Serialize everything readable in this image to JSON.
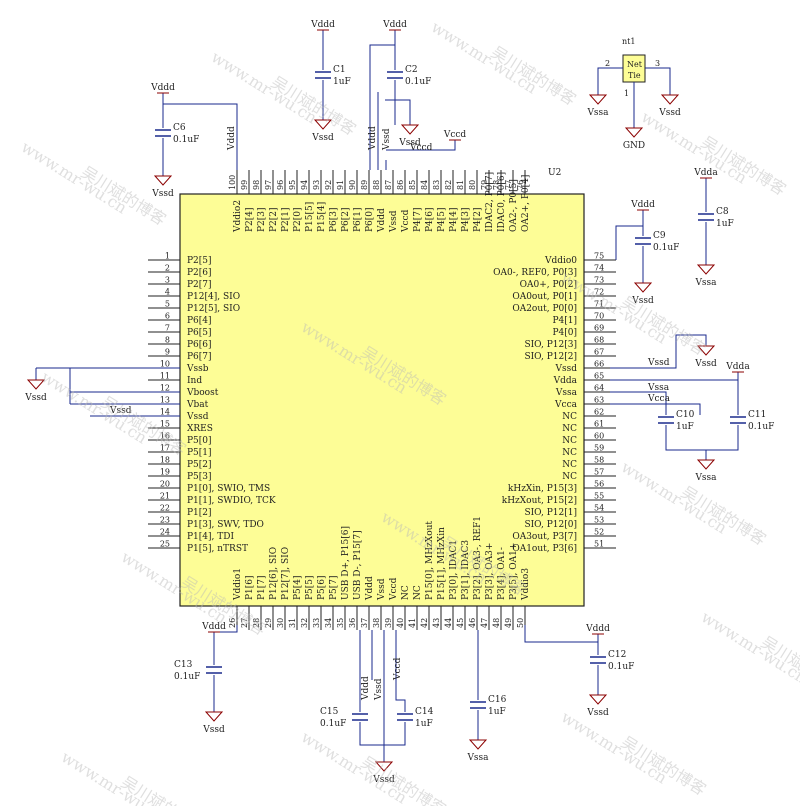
{
  "chip": {
    "ref": "U2",
    "left_pins": [
      {
        "num": "1",
        "name": "P2[5]"
      },
      {
        "num": "2",
        "name": "P2[6]"
      },
      {
        "num": "3",
        "name": "P2[7]"
      },
      {
        "num": "4",
        "name": "P12[4], SIO"
      },
      {
        "num": "5",
        "name": "P12[5], SIO"
      },
      {
        "num": "6",
        "name": "P6[4]"
      },
      {
        "num": "7",
        "name": "P6[5]"
      },
      {
        "num": "8",
        "name": "P6[6]"
      },
      {
        "num": "9",
        "name": "P6[7]"
      },
      {
        "num": "10",
        "name": "Vssb"
      },
      {
        "num": "11",
        "name": "Ind"
      },
      {
        "num": "12",
        "name": "Vboost"
      },
      {
        "num": "13",
        "name": "Vbat"
      },
      {
        "num": "14",
        "name": "Vssd"
      },
      {
        "num": "15",
        "name": "XRES"
      },
      {
        "num": "16",
        "name": "P5[0]"
      },
      {
        "num": "17",
        "name": "P5[1]"
      },
      {
        "num": "18",
        "name": "P5[2]"
      },
      {
        "num": "19",
        "name": "P5[3]"
      },
      {
        "num": "20",
        "name": "P1[0], SWIO, TMS"
      },
      {
        "num": "21",
        "name": "P1[1], SWDIO, TCK"
      },
      {
        "num": "22",
        "name": "P1[2]"
      },
      {
        "num": "23",
        "name": "P1[3], SWV, TDO"
      },
      {
        "num": "24",
        "name": "P1[4], TDI"
      },
      {
        "num": "25",
        "name": "P1[5], nTRST"
      }
    ],
    "right_pins": [
      {
        "num": "75",
        "name": "Vddio0"
      },
      {
        "num": "74",
        "name": "OA0-, REF0, P0[3]"
      },
      {
        "num": "73",
        "name": "OA0+, P0[2]"
      },
      {
        "num": "72",
        "name": "OA0out, P0[1]"
      },
      {
        "num": "71",
        "name": "OA2out, P0[0]"
      },
      {
        "num": "70",
        "name": "P4[1]"
      },
      {
        "num": "69",
        "name": "P4[0]"
      },
      {
        "num": "68",
        "name": "SIO, P12[3]"
      },
      {
        "num": "67",
        "name": "SIO, P12[2]"
      },
      {
        "num": "66",
        "name": "Vssd"
      },
      {
        "num": "65",
        "name": "Vdda"
      },
      {
        "num": "64",
        "name": "Vssa"
      },
      {
        "num": "63",
        "name": "Vcca"
      },
      {
        "num": "62",
        "name": "NC"
      },
      {
        "num": "61",
        "name": "NC"
      },
      {
        "num": "60",
        "name": "NC"
      },
      {
        "num": "59",
        "name": "NC"
      },
      {
        "num": "58",
        "name": "NC"
      },
      {
        "num": "57",
        "name": "NC"
      },
      {
        "num": "56",
        "name": "kHzXin, P15[3]"
      },
      {
        "num": "55",
        "name": "kHzXout, P15[2]"
      },
      {
        "num": "54",
        "name": "SIO, P12[1]"
      },
      {
        "num": "53",
        "name": "SIO, P12[0]"
      },
      {
        "num": "52",
        "name": "OA3out, P3[7]"
      },
      {
        "num": "51",
        "name": "OA1out, P3[6]"
      }
    ],
    "top_pins": [
      {
        "num": "100",
        "name": "Vddio2"
      },
      {
        "num": "99",
        "name": "P2[4]"
      },
      {
        "num": "98",
        "name": "P2[3]"
      },
      {
        "num": "97",
        "name": "P2[2]"
      },
      {
        "num": "96",
        "name": "P2[1]"
      },
      {
        "num": "95",
        "name": "P2[0]"
      },
      {
        "num": "94",
        "name": "P15[5]"
      },
      {
        "num": "93",
        "name": "P15[4]"
      },
      {
        "num": "92",
        "name": "P6[3]"
      },
      {
        "num": "91",
        "name": "P6[2]"
      },
      {
        "num": "90",
        "name": "P6[1]"
      },
      {
        "num": "89",
        "name": "P6[0]"
      },
      {
        "num": "88",
        "name": "Vddd"
      },
      {
        "num": "87",
        "name": "Vssd"
      },
      {
        "num": "86",
        "name": "Vccd"
      },
      {
        "num": "85",
        "name": "P4[7]"
      },
      {
        "num": "84",
        "name": "P4[6]"
      },
      {
        "num": "83",
        "name": "P4[5]"
      },
      {
        "num": "82",
        "name": "P4[4]"
      },
      {
        "num": "81",
        "name": "P4[3]"
      },
      {
        "num": "80",
        "name": "P4[2]"
      },
      {
        "num": "79",
        "name": "IDAC2, P0[7]"
      },
      {
        "num": "78",
        "name": "IDAC0, P0[6]"
      },
      {
        "num": "77",
        "name": "OA2-, P0[5]"
      },
      {
        "num": "76",
        "name": "OA2+, P0[4]"
      }
    ],
    "bottom_pins": [
      {
        "num": "26",
        "name": "Vddio1"
      },
      {
        "num": "27",
        "name": "P1[6]"
      },
      {
        "num": "28",
        "name": "P1[7]"
      },
      {
        "num": "29",
        "name": "P12[6], SIO"
      },
      {
        "num": "30",
        "name": "P12[7], SIO"
      },
      {
        "num": "31",
        "name": "P5[4]"
      },
      {
        "num": "32",
        "name": "P5[5]"
      },
      {
        "num": "33",
        "name": "P5[6]"
      },
      {
        "num": "34",
        "name": "P5[7]"
      },
      {
        "num": "35",
        "name": "USB D+, P15[6]"
      },
      {
        "num": "36",
        "name": "USB D-, P15[7]"
      },
      {
        "num": "37",
        "name": "Vddd"
      },
      {
        "num": "38",
        "name": "Vssd"
      },
      {
        "num": "39",
        "name": "Vccd"
      },
      {
        "num": "40",
        "name": "NC"
      },
      {
        "num": "41",
        "name": "NC"
      },
      {
        "num": "42",
        "name": "P15[0], MHzXout"
      },
      {
        "num": "43",
        "name": "P15[1], MHzXin"
      },
      {
        "num": "44",
        "name": "P3[0], IDAC1"
      },
      {
        "num": "45",
        "name": "P3[1], IDAC3"
      },
      {
        "num": "46",
        "name": "P3[2], OA3-, REF1"
      },
      {
        "num": "47",
        "name": "P3[3], OA3+"
      },
      {
        "num": "48",
        "name": "P3[4], OA1-"
      },
      {
        "num": "49",
        "name": "P3[5], OA1+"
      },
      {
        "num": "50",
        "name": "Vddio3"
      }
    ]
  },
  "nets": {
    "vddd": "Vddd",
    "vssd": "Vssd",
    "vccd": "Vccd",
    "vdda": "Vdda",
    "vssa": "Vssa",
    "vcca": "Vcca",
    "gnd": "GND"
  },
  "capacitors": {
    "c1": {
      "ref": "C1",
      "value": "1uF"
    },
    "c2": {
      "ref": "C2",
      "value": "0.1uF"
    },
    "c6": {
      "ref": "C6",
      "value": "0.1uF"
    },
    "c8": {
      "ref": "C8",
      "value": "1uF"
    },
    "c9": {
      "ref": "C9",
      "value": "0.1uF"
    },
    "c10": {
      "ref": "C10",
      "value": "1uF"
    },
    "c11": {
      "ref": "C11",
      "value": "0.1uF"
    },
    "c12": {
      "ref": "C12",
      "value": "0.1uF"
    },
    "c13": {
      "ref": "C13",
      "value": "0.1uF"
    },
    "c14": {
      "ref": "C14",
      "value": "1uF"
    },
    "c15": {
      "ref": "C15",
      "value": "0.1uF"
    },
    "c16": {
      "ref": "C16",
      "value": "1uF"
    }
  },
  "net_tie": {
    "ref": "nt1",
    "label_line1": "Net",
    "label_line2": "Tie",
    "pin_left": "2",
    "pin_right": "3",
    "pin_bottom": "1"
  },
  "watermark": {
    "url": "www.mr-wu.cn",
    "cn": "吴川斌的博客"
  }
}
